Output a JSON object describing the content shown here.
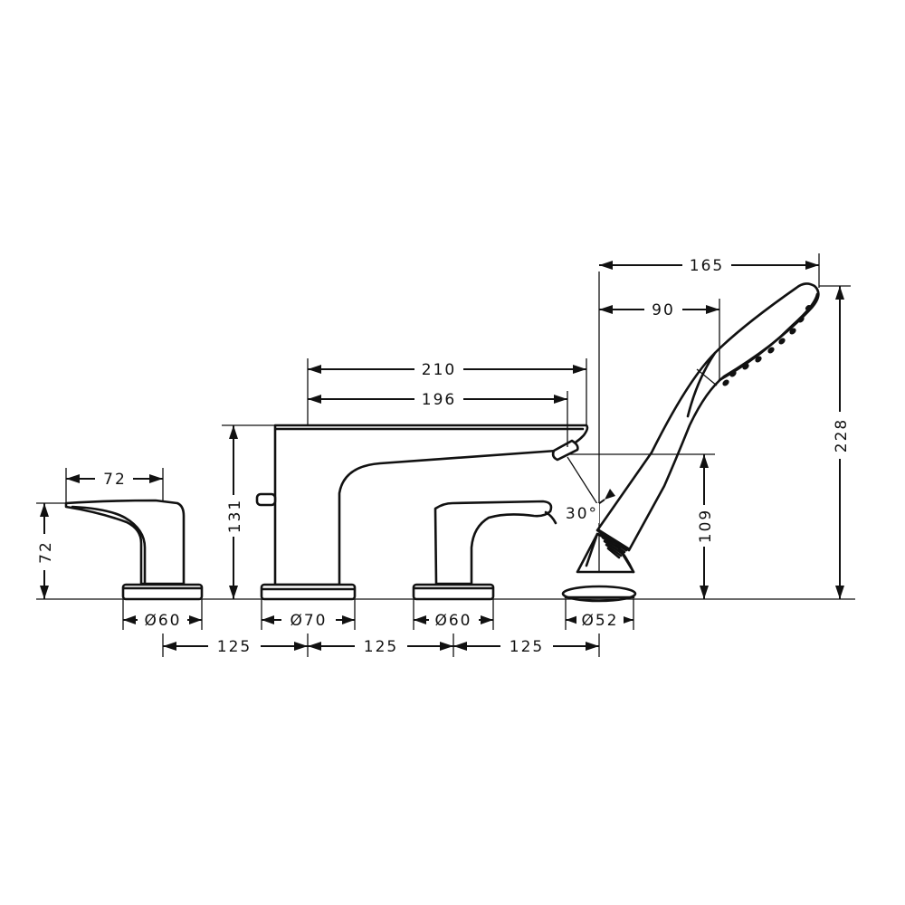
{
  "dimensions": {
    "lever_width": "72",
    "lever_height": "72",
    "escutcheon_left": "Ø60",
    "spout_base": "Ø70",
    "escutcheon_right": "Ø60",
    "shower_base": "Ø52",
    "spacing_1": "125",
    "spacing_2": "125",
    "spacing_3": "125",
    "spout_reach_total": "210",
    "spout_reach_outlet": "196",
    "spout_height": "131",
    "outlet_height": "109",
    "spray_angle": "30°",
    "shower_total_width": "165",
    "shower_head_offset": "90",
    "shower_height": "228"
  },
  "colors": {
    "line": "#111111",
    "background": "#ffffff"
  }
}
